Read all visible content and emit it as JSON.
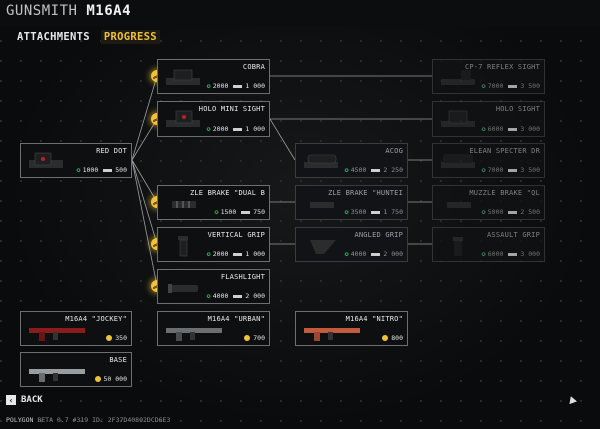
{
  "header": {
    "title_prefix": "GUNSMITH",
    "title_weapon": "M16A4"
  },
  "tabs": [
    {
      "label": "ATTACHMENTS"
    },
    {
      "label": "PROGRESS"
    }
  ],
  "nodes": {
    "red_dot": {
      "name": "RED DOT",
      "stars": "1000",
      "ammo": "500"
    },
    "cobra": {
      "name": "COBRA",
      "stars": "2000",
      "ammo": "1 000"
    },
    "holo_mini": {
      "name": "HOLO MINI SIGHT",
      "stars": "2000",
      "ammo": "1 000"
    },
    "acog": {
      "name": "ACOG",
      "stars": "4500",
      "ammo": "2 250"
    },
    "muzzle_dual": {
      "name": "ZLE BRAKE \"DUAL B",
      "stars": "1500",
      "ammo": "750"
    },
    "muzzle_hunter": {
      "name": "ZLE BRAKE \"HUNTEI",
      "stars": "3500",
      "ammo": "1 750"
    },
    "vertical_grip": {
      "name": "VERTICAL GRIP",
      "stars": "2000",
      "ammo": "1 000"
    },
    "angled_grip": {
      "name": "ANGLED GRIP",
      "stars": "4000",
      "ammo": "2 000"
    },
    "flashlight": {
      "name": "FLASHLIGHT",
      "stars": "4000",
      "ammo": "2 000"
    },
    "cp7": {
      "name": "CP-7 REFLEX SIGHT",
      "stars": "7000",
      "ammo": "3 500"
    },
    "holo": {
      "name": "HOLO SIGHT",
      "stars": "6000",
      "ammo": "3 000"
    },
    "elcan": {
      "name": "ELEAN SPECTER DR",
      "stars": "7000",
      "ammo": "3 500"
    },
    "muzzle_ql": {
      "name": "MUZZLE BRAKE \"QL",
      "stars": "5000",
      "ammo": "2 500"
    },
    "assault_grip": {
      "name": "ASSAULT GRIP",
      "stars": "6000",
      "ammo": "3 000"
    }
  },
  "skins": {
    "jockey": {
      "name": "M16A4 \"JOCKEY\"",
      "price": "350"
    },
    "urban": {
      "name": "M16A4 \"URBAN\"",
      "price": "700"
    },
    "nitro": {
      "name": "M16A4 \"NITRO\"",
      "price": "800"
    },
    "base": {
      "name": "BASE",
      "price": "50 000"
    }
  },
  "footer": {
    "back_label": "BACK",
    "build_label": "POLYGON",
    "build_info": "BETA 0.7 #319 ID: 2F37D40802DCD6E3"
  },
  "colors": {
    "accent": "#f0c23a",
    "star": "#3fb96a",
    "border": "#6b6f73"
  },
  "icons": {
    "back": "chevron-left-icon",
    "upgrade": "double-chevron-up-icon"
  }
}
